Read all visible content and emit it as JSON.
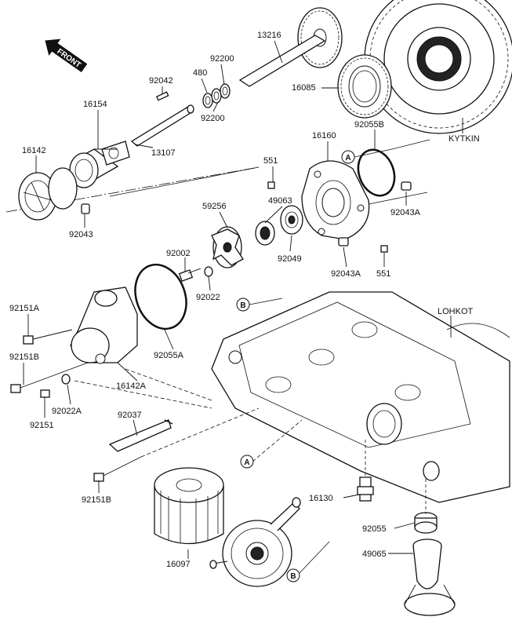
{
  "front_label": "FRONT",
  "callout_letters": {
    "a": "A",
    "b": "B"
  },
  "part_numbers": {
    "p13216": "13216",
    "p92200_top": "92200",
    "p480": "480",
    "p92042": "92042",
    "p16085": "16085",
    "p92200_bottom": "92200",
    "p16154": "16154",
    "p92055B": "92055B",
    "p13107": "13107",
    "p16142": "16142",
    "p16160": "16160",
    "p551_top": "551",
    "p49063": "49063",
    "p59256": "59256",
    "p92043A_right": "92043A",
    "p92043": "92043",
    "p92049": "92049",
    "p92002": "92002",
    "p92043A_center": "92043A",
    "p551_bottom": "551",
    "p92022": "92022",
    "p92151A": "92151A",
    "p92055A": "92055A",
    "p92151B_top": "92151B",
    "p16142A": "16142A",
    "p92022A": "92022A",
    "p92151": "92151",
    "p92037": "92037",
    "p92151B_bottom": "92151B",
    "p16130": "16130",
    "p92055": "92055",
    "p16097": "16097",
    "p49065": "49065"
  },
  "section_labels": {
    "clutch": "KYTKIN",
    "lower_case": "LOHKOT"
  }
}
